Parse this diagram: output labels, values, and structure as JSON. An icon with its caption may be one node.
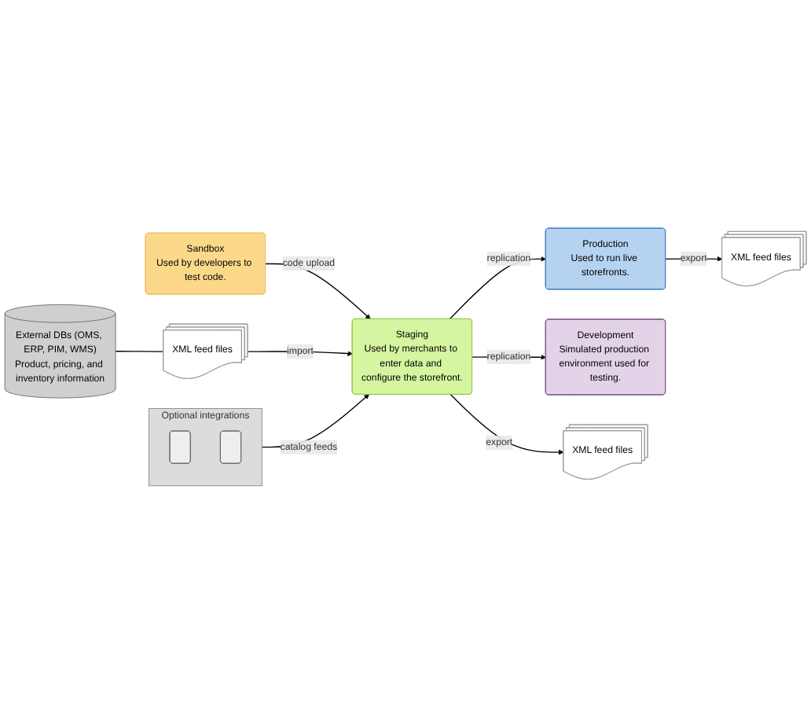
{
  "diagram": {
    "nodes": [
      {
        "text": [
          "Optional integrations"
        ]
      },
      {
        "text": [],
        "shape": "box",
        "in": 0
      },
      {
        "text": [],
        "shape": "box",
        "in": 0
      },
      {
        "text": [
          "Sandbox",
          "Used by developers to test code."
        ]
      },
      {
        "text": [
          "External DBs (OMS, ERP, PIM, WMS)",
          "Product, pricing, and inventory information"
        ]
      },
      {
        "text": [
          "XML feed files"
        ]
      },
      {
        "text": [
          "Staging",
          "Used by merchants to enter data and configure the storefront."
        ]
      },
      {
        "text": [
          "XML feed files"
        ]
      },
      {
        "text": [
          "Production",
          "Used to run live storefronts."
        ]
      },
      {
        "text": [
          "Development",
          "Simulated production environment used for testing."
        ]
      },
      {
        "text": [
          "XML feed files"
        ]
      }
    ],
    "edges": [
      {
        "from": 0,
        "to": 6,
        "arrow": "to",
        "label": "catalog feeds"
      },
      {
        "from": 3,
        "to": 6,
        "arrow": "to",
        "label": "code upload"
      },
      {
        "from": 4,
        "to": 5,
        "arrow": "none"
      },
      {
        "from": 5,
        "to": 6,
        "arrow": "to",
        "label": "import"
      },
      {
        "from": 6,
        "to": 8,
        "arrow": "to",
        "label": "replication"
      },
      {
        "from": 6,
        "to": 9,
        "arrow": "to",
        "label": "replication"
      },
      {
        "from": 6,
        "to": 10,
        "arrow": "to",
        "label": "export"
      },
      {
        "from": 8,
        "to": 7,
        "arrow": "to",
        "label": "export"
      }
    ]
  }
}
